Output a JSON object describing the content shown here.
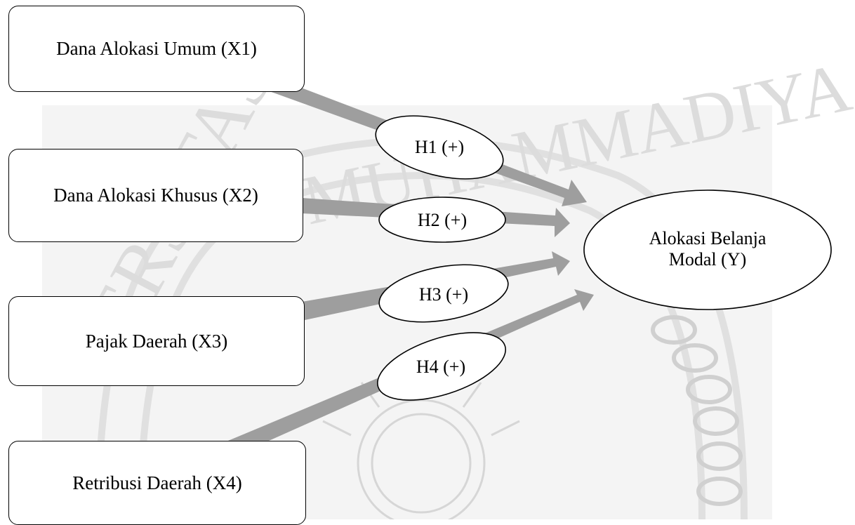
{
  "diagram": {
    "independent_variables": [
      {
        "id": "x1",
        "label": "Dana Alokasi Umum (X1)"
      },
      {
        "id": "x2",
        "label": "Dana Alokasi Khusus (X2)"
      },
      {
        "id": "x3",
        "label": "Pajak Daerah (X3)"
      },
      {
        "id": "x4",
        "label": "Retribusi Daerah (X4)"
      }
    ],
    "dependent_variable": {
      "line1": "Alokasi Belanja",
      "line2": "Modal (Y)"
    },
    "hypotheses": [
      {
        "from": "x1",
        "label": "H1 (+)"
      },
      {
        "from": "x2",
        "label": "H2 (+)"
      },
      {
        "from": "x3",
        "label": "H3 (+)"
      },
      {
        "from": "x4",
        "label": "H4 (+)"
      }
    ],
    "watermark": {
      "text_left": "VERSITAS",
      "text_top": "MUHAMMADIYA"
    },
    "colors": {
      "arrow": "#9e9e9e",
      "watermark": "#e2e2e2",
      "border": "#000000"
    }
  }
}
